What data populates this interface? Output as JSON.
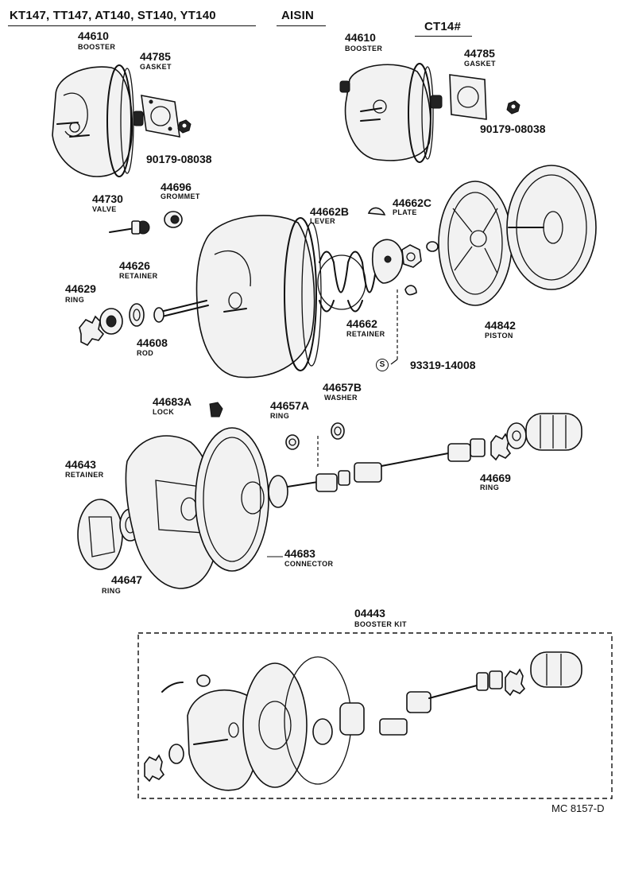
{
  "header": {
    "models": "KT147, TT147, AT140, ST140, YT140",
    "maker": "AISIN",
    "variant": "CT14#"
  },
  "parts": {
    "booster_left": {
      "number": "44610",
      "name": "BOOSTER"
    },
    "gasket_left": {
      "number": "44785",
      "name": "GASKET"
    },
    "nut_left": {
      "number": "90179-08038"
    },
    "booster_right": {
      "number": "44610",
      "name": "BOOSTER"
    },
    "gasket_right": {
      "number": "44785",
      "name": "GASKET"
    },
    "nut_right": {
      "number": "90179-08038"
    },
    "valve": {
      "number": "44730",
      "name": "VALVE"
    },
    "grommet": {
      "number": "44696",
      "name": "GROMMET"
    },
    "lever": {
      "number": "44662B",
      "name": "LEVER"
    },
    "plate": {
      "number": "44662C",
      "name": "PLATE"
    },
    "retainer_44626": {
      "number": "44626",
      "name": "RETAINER"
    },
    "ring_44629": {
      "number": "44629",
      "name": "RING"
    },
    "rod": {
      "number": "44608",
      "name": "ROD"
    },
    "retainer_44662": {
      "number": "44662",
      "name": "RETAINER"
    },
    "piston": {
      "number": "44842",
      "name": "PISTON"
    },
    "std_part": {
      "symbol": "S",
      "number": "93319-14008"
    },
    "lock": {
      "number": "44683A",
      "name": "LOCK"
    },
    "ring_44657a": {
      "number": "44657A",
      "name": "RING"
    },
    "washer": {
      "number": "44657B",
      "name": "WASHER"
    },
    "retainer_44643": {
      "number": "44643",
      "name": "RETAINER"
    },
    "ring_44669": {
      "number": "44669",
      "name": "RING"
    },
    "ring_44647": {
      "number": "44647",
      "name": "RING"
    },
    "connector": {
      "number": "44683",
      "name": "CONNECTOR"
    },
    "booster_kit": {
      "number": "04443",
      "name": "BOOSTER KIT"
    }
  },
  "footer": {
    "code": "MC 8157-D"
  }
}
